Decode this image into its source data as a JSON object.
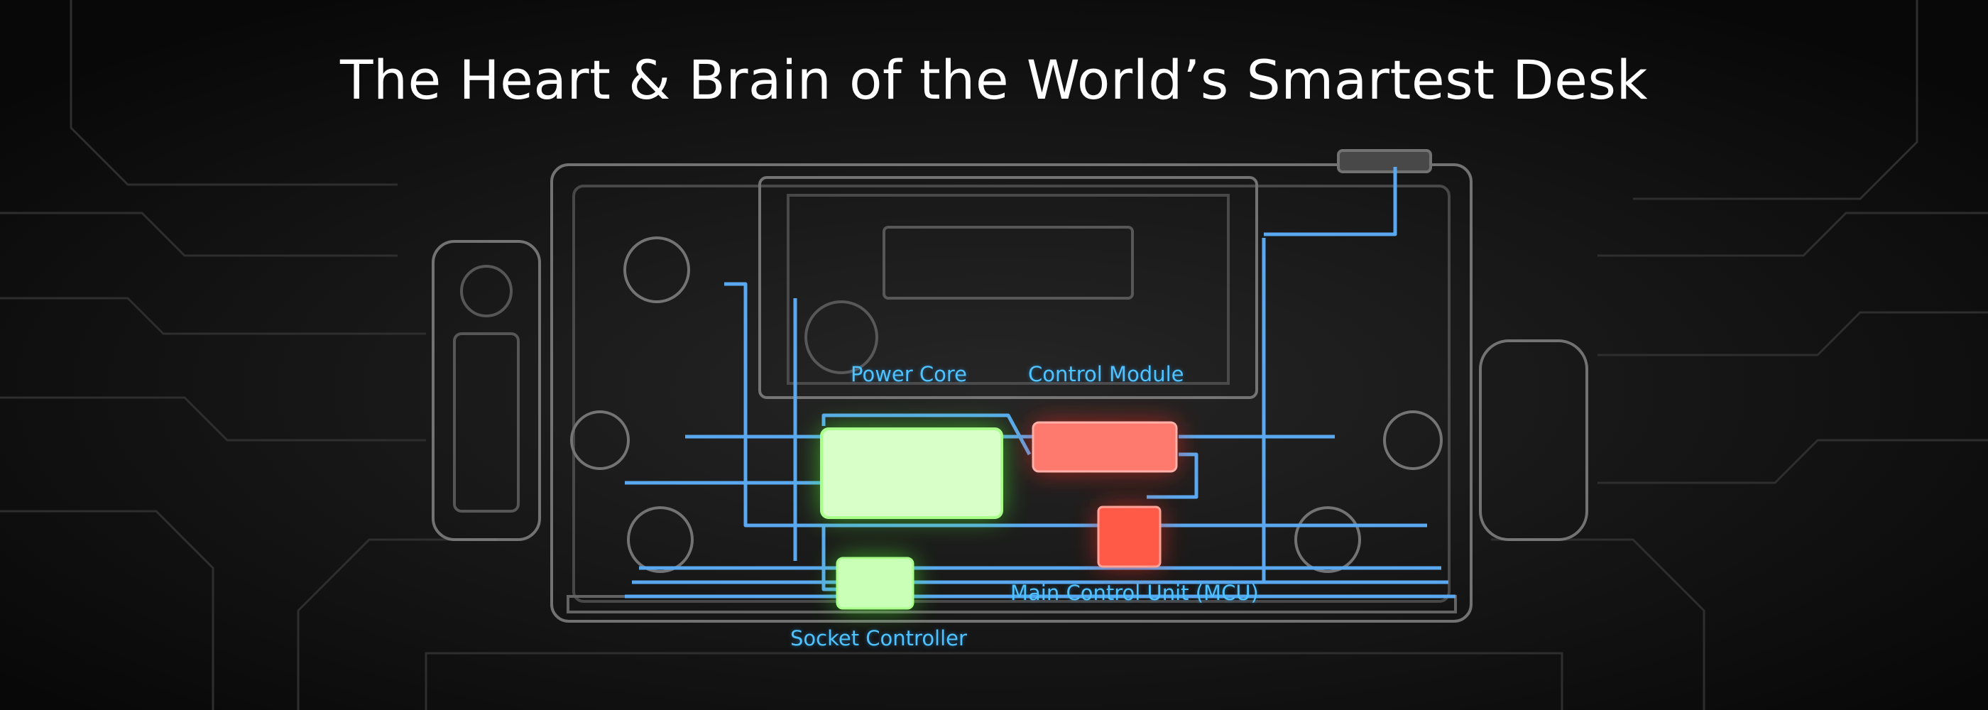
{
  "title": "The Heart & Brain of the World’s Smartest Desk",
  "labels": {
    "power_core": "Power Core",
    "control_module": "Control Module",
    "main_control_unit": "Main Control Unit (MCU)",
    "socket_controller": "Socket Controller"
  },
  "colors": {
    "background": "#0b0b0b",
    "wiring": "#5aa9f0",
    "power_components": "#8cff6a",
    "control_components": "#ff4a3d",
    "label": "#4fc3ff",
    "title": "#ffffff"
  }
}
